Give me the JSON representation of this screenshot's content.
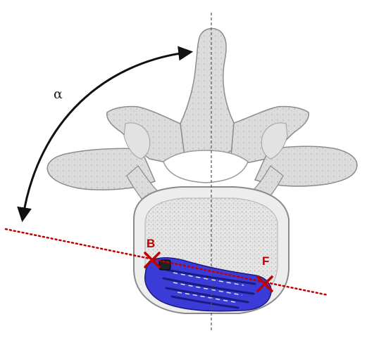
{
  "labels": {
    "angle": "α",
    "point_b": "B",
    "point_f": "F"
  },
  "colors": {
    "bone": "#d6d6d6",
    "bone_dark": "#9a9a9a",
    "body_outline": "#8a8a8a",
    "implant": "#3b3bd8",
    "implant_dark": "#1a1a80",
    "marker": "#c00000",
    "trajectory": "#c00000",
    "midline": "#555555",
    "arrow": "#111111"
  },
  "icons": {
    "vertebra": "lumbar-vertebra-axial-icon",
    "implant": "interbody-cage-icon",
    "marker": "x-marker-icon"
  }
}
